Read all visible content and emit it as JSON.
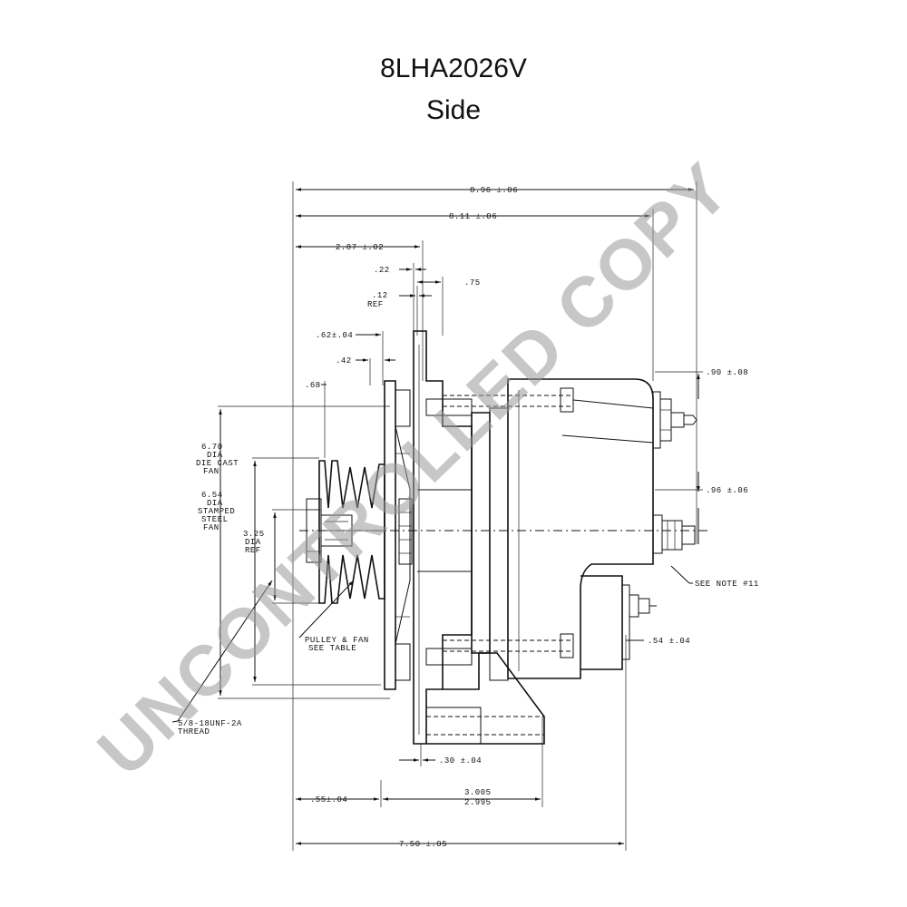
{
  "title": {
    "model": "8LHA2026V",
    "view": "Side"
  },
  "watermark": "UNCONTROLLED COPY",
  "dimensions": {
    "overall_top": "8.96 ±.06",
    "body_length": "8.11 ±.06",
    "front_to_flange": "2.87 ±.02",
    "d_022": ".22",
    "d_075": ".75",
    "d_012": ".12",
    "d_012_ref": "REF",
    "d_062": ".62±.04",
    "d_042": ".42",
    "d_068": ".68",
    "terminal_top": ".90 ±.08",
    "terminal_mid": ".96 ±.06",
    "bracket_offset": ".54 ±.04",
    "hub_offset": ".30 ±.04",
    "front_bottom": ".55±.04",
    "mount_upper": "3.005",
    "mount_lower": "2.995",
    "overall_bottom": "7.50 ±.05"
  },
  "notes": {
    "fan_die_cast": [
      "6.70",
      "DIA",
      "DIE CAST",
      "FAN"
    ],
    "fan_stamped": [
      "6.54",
      "DIA",
      "STAMPED",
      "STEEL",
      "FAN"
    ],
    "pulley_ref": [
      "3.25",
      "DIA",
      "REF"
    ],
    "pulley_fan": [
      "PULLEY & FAN",
      "SEE TABLE"
    ],
    "thread": [
      "5/8-18UNF-2A",
      "THREAD"
    ],
    "see_note": "SEE NOTE #11"
  },
  "colors": {
    "ink": "#111111",
    "watermark": "#9a9a9a"
  }
}
